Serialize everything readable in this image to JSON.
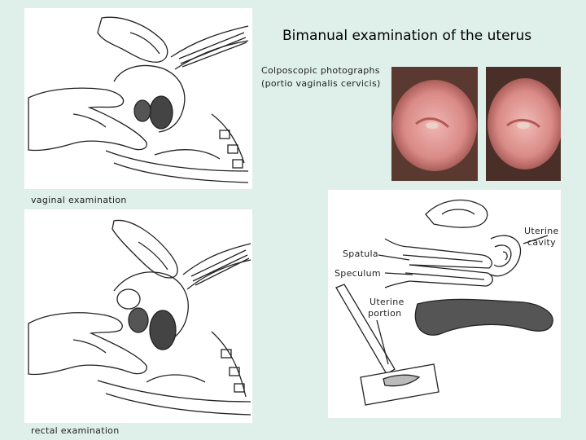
{
  "title": "Bimanual examination of the uterus",
  "colposcopy": {
    "caption_line1": "Colposcopic photographs",
    "caption_line2": "(portio vaginalis cervicis)"
  },
  "captions": {
    "vaginal": "vaginal examination",
    "rectal": "rectal examination"
  },
  "labels": {
    "uterine_cavity_line1": "Uterine",
    "uterine_cavity_line2": "cavity",
    "spatula": "Spatula",
    "speculum": "Speculum",
    "uterine_portion_line1": "Uterine",
    "uterine_portion_line2": "portion"
  },
  "colors": {
    "background": "#dff0ea",
    "tissue": "#d98a86",
    "tissue_dark": "#b35a58"
  }
}
